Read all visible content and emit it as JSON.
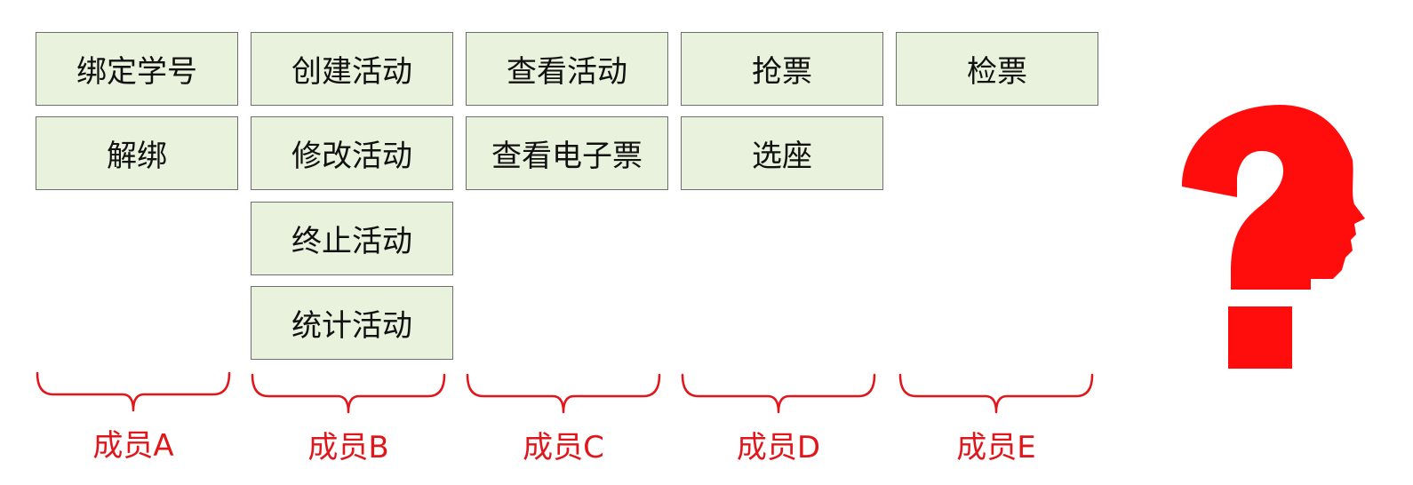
{
  "columns": [
    {
      "member": "成员A",
      "tasks": [
        "绑定学号",
        "解绑"
      ]
    },
    {
      "member": "成员B",
      "tasks": [
        "创建活动",
        "修改活动",
        "终止活动",
        "统计活动"
      ]
    },
    {
      "member": "成员C",
      "tasks": [
        "查看活动",
        "查看电子票"
      ]
    },
    {
      "member": "成员D",
      "tasks": [
        "抢票",
        "选座"
      ]
    },
    {
      "member": "成员E",
      "tasks": [
        "检票"
      ]
    }
  ],
  "colors": {
    "box_fill": "#e8f2dc",
    "box_border": "#6e6e6e",
    "accent_red": "#e0161b"
  },
  "icons": {
    "question": "question-mark-head-icon"
  }
}
